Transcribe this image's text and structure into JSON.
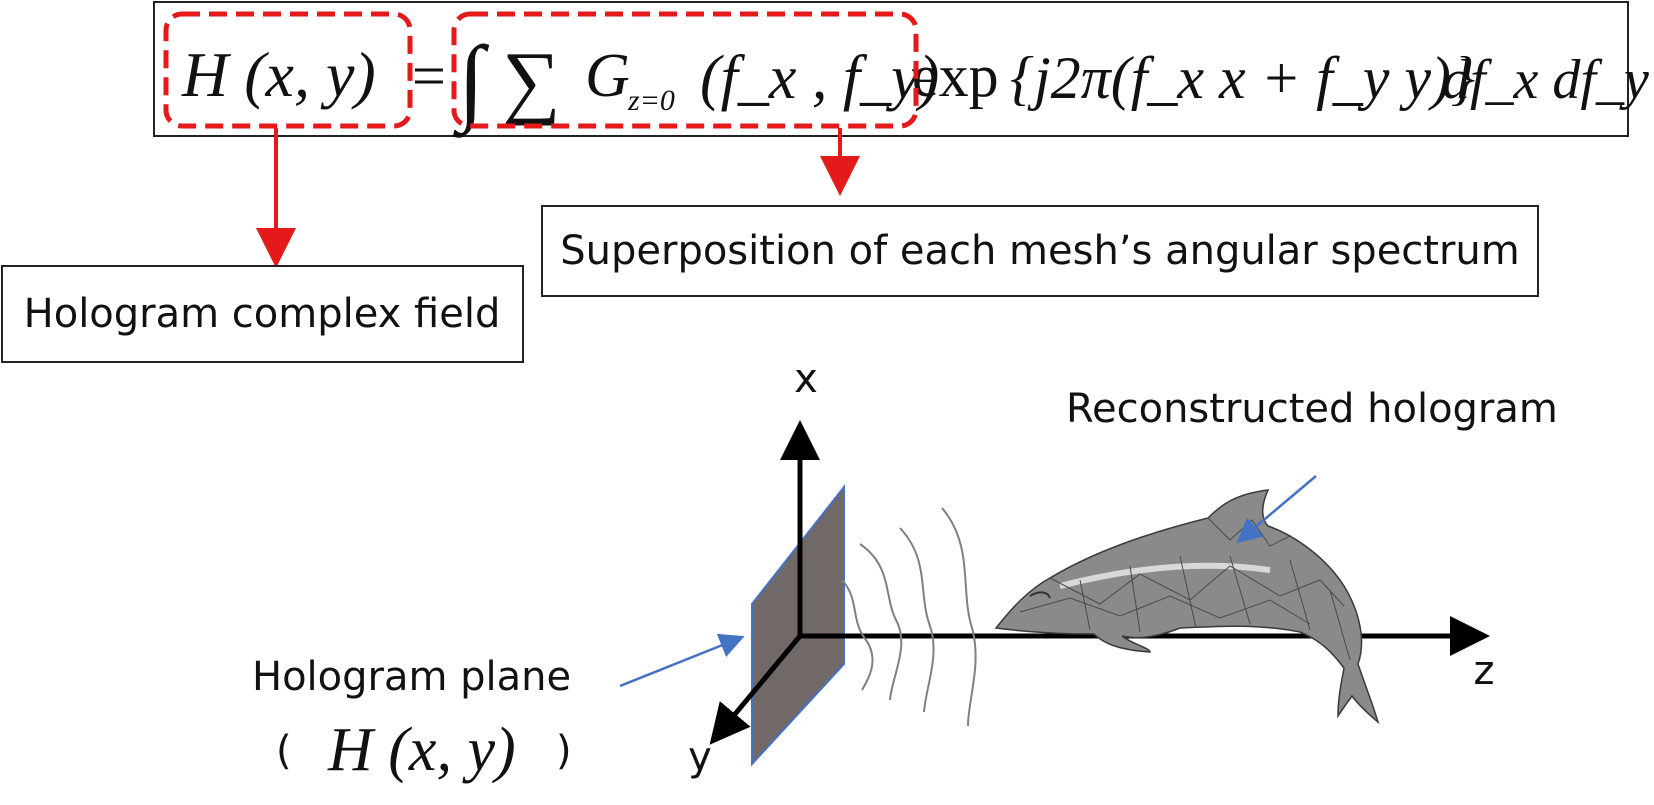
{
  "equation": {
    "lhs_text": "H (x, y)",
    "equals": "=",
    "integral_sym": "∫",
    "sum_sym": "∑",
    "g_letter": "G",
    "g_subscript": "z=0",
    "g_args": "(f_x , f_y)",
    "exp_word": "exp",
    "exp_arg": "{j2π(f_x x + f_y y)}",
    "tail": "df_x df_y"
  },
  "callouts": {
    "hologram_field_label": "Hologram complex field",
    "superposition_label": "Superposition of each mesh’s angular spectrum"
  },
  "diagram": {
    "axis_x_label": "x",
    "axis_y_label": "y",
    "axis_z_label": "z",
    "reconstructed_label": "Reconstructed hologram",
    "plane_label": "Hologram plane",
    "plane_formula": "H (x, y)",
    "plane_formula_open": "(",
    "plane_formula_close": ")"
  },
  "colors": {
    "highlight_red": "#e41a1a",
    "pointer_blue": "#4472c4",
    "plane_fill": "#716968",
    "wave_gray": "#808080",
    "mesh_gray": "#8a8a8a"
  }
}
